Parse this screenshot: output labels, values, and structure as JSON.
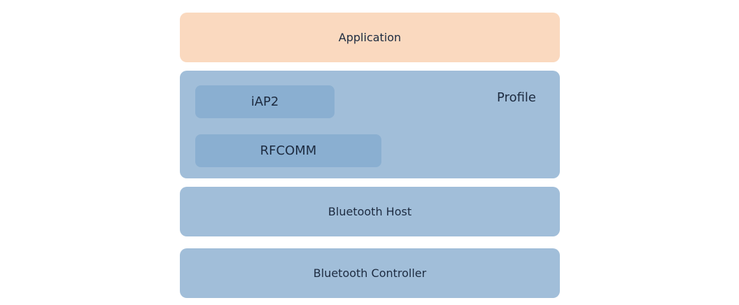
{
  "layers": {
    "application": {
      "label": "Application"
    },
    "profile": {
      "label": "Profile",
      "items": [
        {
          "label": "iAP2"
        },
        {
          "label": "RFCOMM"
        }
      ]
    },
    "host": {
      "label": "Bluetooth Host"
    },
    "controller": {
      "label": "Bluetooth Controller"
    }
  },
  "colors": {
    "application_fill": "#fad9bf",
    "stack_fill": "#a1bed9",
    "inner_fill": "#8aafd1",
    "text": "#1d2b40"
  }
}
